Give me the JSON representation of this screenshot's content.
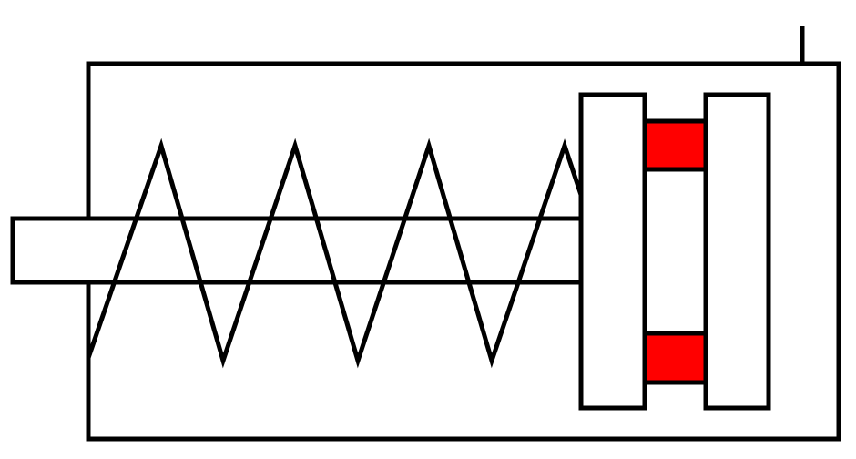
{
  "diagram": {
    "colors": {
      "background": "#ffffff",
      "outline": "#000000",
      "seal": "#ff0000"
    },
    "components": [
      "housing",
      "port-stub",
      "compression-spring",
      "piston-rod",
      "piston-plate-left",
      "piston-plate-right",
      "seal-top",
      "seal-bottom"
    ]
  }
}
